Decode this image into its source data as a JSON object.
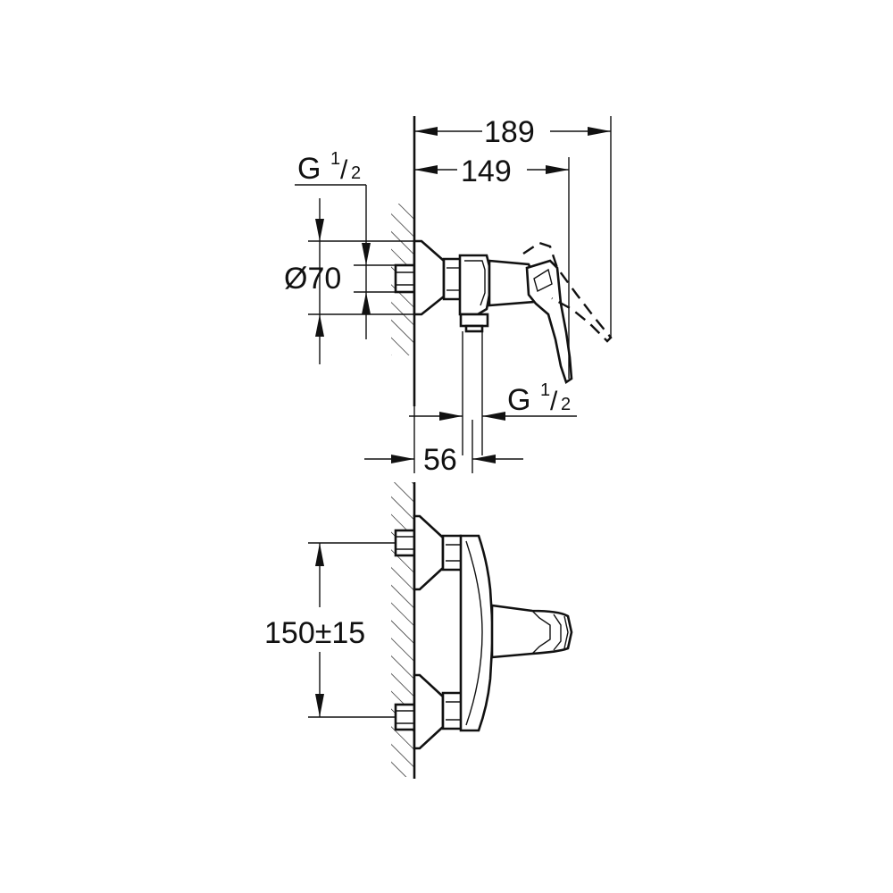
{
  "dimensions": {
    "overall_depth": "189",
    "handle_depth": "149",
    "thread_top": {
      "main": "G ",
      "sup": "1",
      "slash": "/",
      "sub": "2"
    },
    "diameter": "Ø70",
    "thread_bottom": {
      "main": "G ",
      "sup": "1",
      "slash": "/",
      "sub": "2"
    },
    "outlet_offset": "56",
    "centers": "150±15"
  }
}
